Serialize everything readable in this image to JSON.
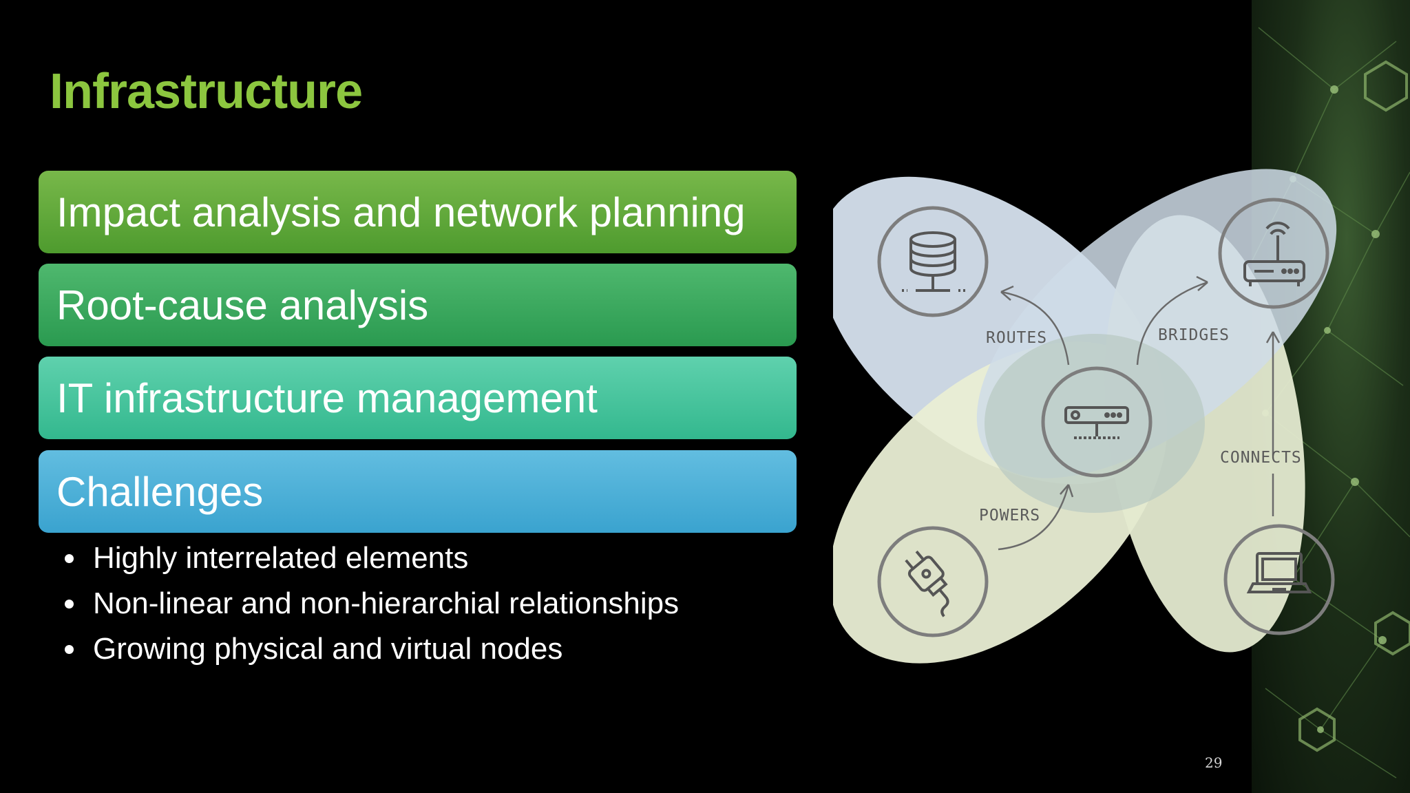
{
  "slide": {
    "title": "Infrastructure",
    "page_number": "29"
  },
  "bars": [
    {
      "label": "Impact analysis and network planning",
      "color": "#5ea838"
    },
    {
      "label": "Root-cause analysis",
      "color": "#36a85c"
    },
    {
      "label": "IT infrastructure management",
      "color": "#45c49b"
    },
    {
      "label": "Challenges",
      "color": "#4cb0d8"
    }
  ],
  "bullets": [
    "Highly interrelated elements",
    "Non-linear and non-hierarchial relationships",
    "Growing physical and virtual nodes"
  ],
  "diagram": {
    "relationships": {
      "routes": "ROUTES",
      "bridges": "BRIDGES",
      "connects": "CONNECTS",
      "powers": "POWERS"
    },
    "nodes": [
      "database-icon",
      "router-icon",
      "server-icon",
      "power-plug-icon",
      "laptop-icon"
    ],
    "colors": {
      "blue_petal": "#d6e2ee",
      "green_petal": "#e9eed4",
      "center": "#b8c9c2",
      "node_ring": "#7d7d7d"
    }
  }
}
